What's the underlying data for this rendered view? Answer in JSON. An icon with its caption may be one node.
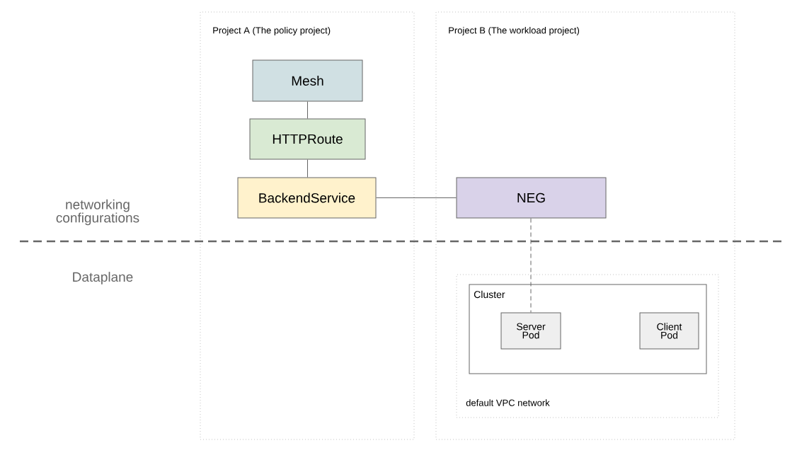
{
  "diagram": {
    "nodes": [
      {
        "text": [
          "Project A (The policy project)"
        ]
      },
      {
        "text": [
          "Mesh"
        ],
        "in": 0
      },
      {
        "text": [
          "HTTPRoute"
        ],
        "in": 0
      },
      {
        "text": [
          "BackendService"
        ],
        "in": 0
      },
      {
        "text": [
          "Project B (The workload project)"
        ]
      },
      {
        "text": [
          "NEG"
        ],
        "in": 4
      },
      {
        "text": [
          "default VPC network"
        ],
        "in": 4
      },
      {
        "text": [
          "Cluster"
        ],
        "in": 6
      },
      {
        "text": [
          "Server Pod"
        ],
        "in": 7
      },
      {
        "text": [
          "Client Pod"
        ],
        "in": 7
      }
    ],
    "edges": [
      {
        "from": 1,
        "to": 2,
        "arrow": "none"
      },
      {
        "from": 2,
        "to": 3,
        "arrow": "none"
      },
      {
        "from": 3,
        "to": 5,
        "arrow": "none"
      },
      {
        "from": 5,
        "to": 8,
        "arrow": "none",
        "style": "dashed"
      }
    ],
    "labels": [
      "networking configurations",
      "Dataplane"
    ]
  }
}
